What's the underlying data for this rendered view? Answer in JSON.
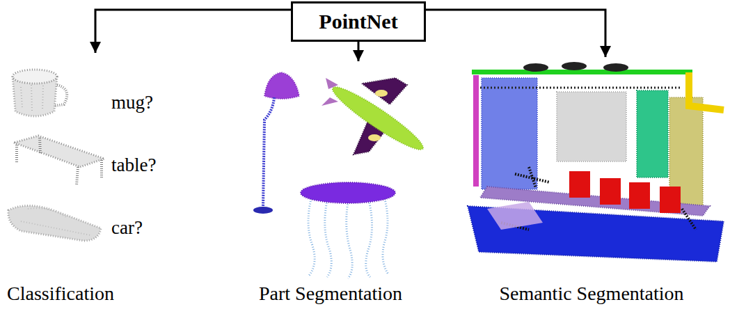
{
  "diagram": {
    "nodes": [
      {
        "text": [
          "PointNet"
        ]
      },
      {
        "text": [
          "Classification"
        ]
      },
      {
        "text": [
          "Part Segmentation"
        ]
      },
      {
        "text": [
          "Semantic Segmentation"
        ]
      }
    ],
    "edges": [
      {
        "from": 0,
        "to": 1,
        "arrow": "to"
      },
      {
        "from": 0,
        "to": 2,
        "arrow": "to"
      },
      {
        "from": 0,
        "to": 3,
        "arrow": "to"
      }
    ],
    "labels": [
      "mug?",
      "table?",
      "car?"
    ]
  }
}
